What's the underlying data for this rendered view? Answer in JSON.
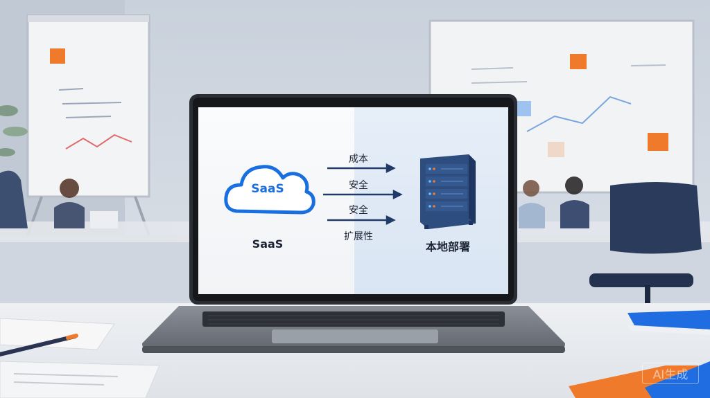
{
  "diagram": {
    "cloud_text": "SaaS",
    "saas_label": "SaaS",
    "onprem_label": "本地部署",
    "arrow_labels": [
      "成本",
      "安全",
      "安全",
      "扩展性"
    ]
  },
  "watermark": "AI生成",
  "icons": [
    "cloud-icon",
    "server-rack-icon",
    "arrow-right-icon"
  ],
  "colors": {
    "accent_blue": "#1a6fe0",
    "arrow_navy": "#1f3a66",
    "server_blue": "#2d4d7e",
    "sticky_orange": "#f07a2b"
  }
}
